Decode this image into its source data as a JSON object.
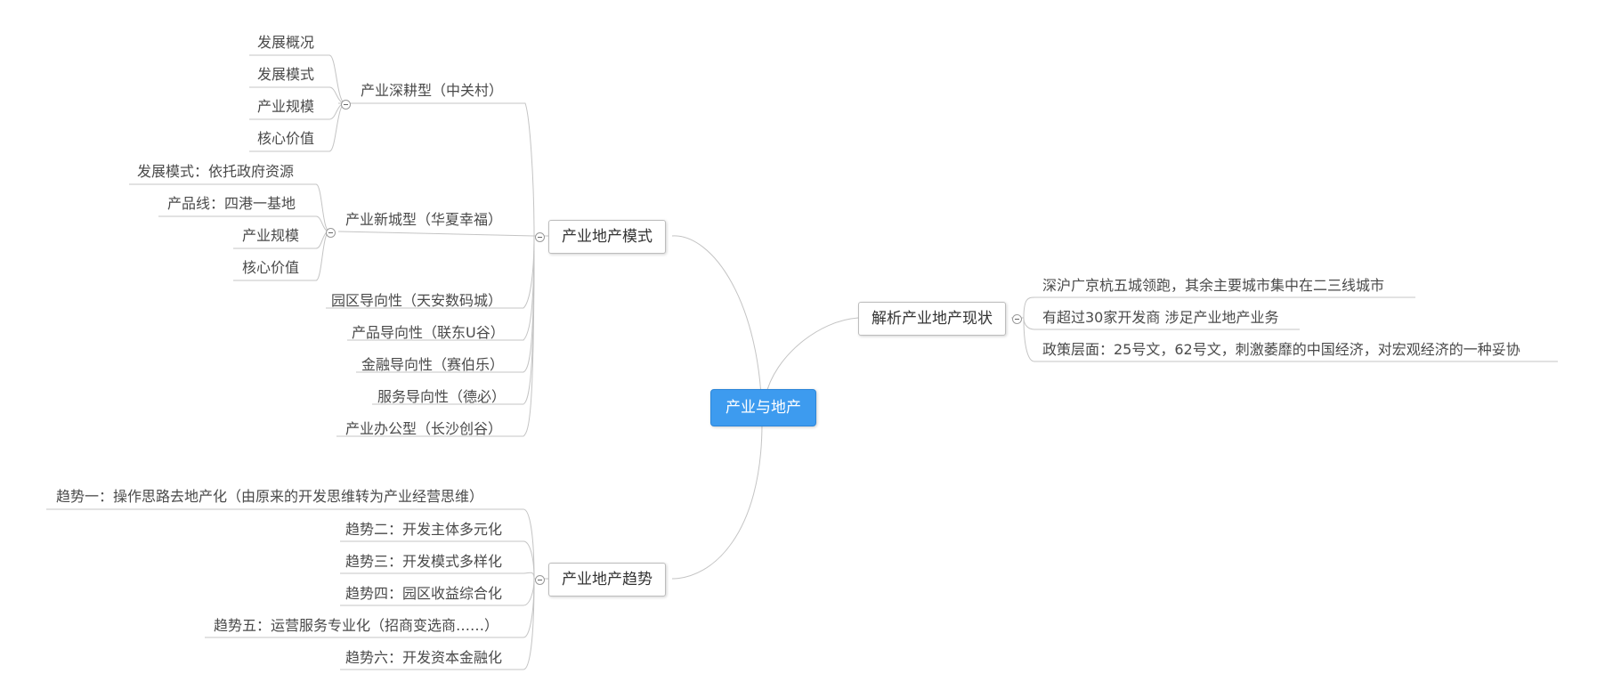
{
  "central": "产业与地产",
  "mode": {
    "label": "产业地产模式",
    "zhongguancun": {
      "label": "产业深耕型（中关村）",
      "items": [
        "发展概况",
        "发展模式",
        "产业规模",
        "核心价值"
      ]
    },
    "huaxia": {
      "label": "产业新城型（华夏幸福）",
      "items": [
        "发展模式：依托政府资源",
        "产品线：四港一基地",
        "产业规模",
        "核心价值"
      ]
    },
    "others": [
      "园区导向性（天安数码城）",
      "产品导向性（联东U谷）",
      "金融导向性（赛伯乐）",
      "服务导向性（德必）",
      "产业办公型（长沙创谷）"
    ]
  },
  "trend": {
    "label": "产业地产趋势",
    "items": [
      "趋势一：操作思路去地产化（由原来的开发思维转为产业经营思维）",
      "趋势二：开发主体多元化",
      "趋势三：开发模式多样化",
      "趋势四：园区收益综合化",
      "趋势五：运营服务专业化（招商变选商……）",
      "趋势六：开发资本金融化"
    ]
  },
  "status": {
    "label": "解析产业地产现状",
    "items": [
      "深沪广京杭五城领跑，其余主要城市集中在二三线城市",
      "有超过30家开发商 涉足产业地产业务",
      "政策层面：25号文，62号文，刺激萎靡的中国经济，对宏观经济的一种妥协"
    ]
  },
  "colors": {
    "central_fill": "#3d9bef",
    "line": "#c4c4c4",
    "text": "#4a4a4a"
  }
}
